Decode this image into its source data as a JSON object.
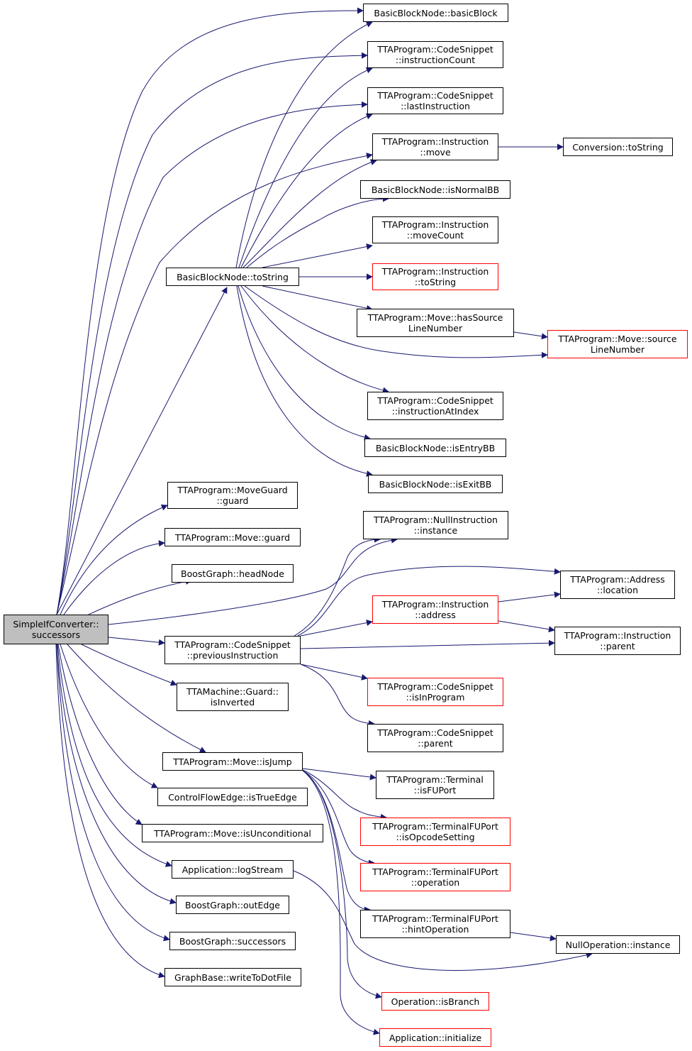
{
  "colors": {
    "edge": "#191970",
    "border": "#000000",
    "missing_border": "#ff0000",
    "root_fill": "#bfbfbf"
  },
  "nodes": [
    {
      "id": "root",
      "label": "SimpleIfConverter::\nsuccessors",
      "style": "root"
    },
    {
      "id": "bbtostring",
      "label": "BasicBlockNode::toString"
    },
    {
      "id": "basicblock",
      "label": "BasicBlockNode::basicBlock"
    },
    {
      "id": "instrcount",
      "label": "TTAProgram::CodeSnippet\n::instructionCount"
    },
    {
      "id": "lastinstr",
      "label": "TTAProgram::CodeSnippet\n::lastInstruction"
    },
    {
      "id": "instrmove",
      "label": "TTAProgram::Instruction\n::move"
    },
    {
      "id": "convtostring",
      "label": "Conversion::toString"
    },
    {
      "id": "isnormalbb",
      "label": "BasicBlockNode::isNormalBB"
    },
    {
      "id": "movecount",
      "label": "TTAProgram::Instruction\n::moveCount"
    },
    {
      "id": "instrtostring",
      "label": "TTAProgram::Instruction\n::toString",
      "style": "red"
    },
    {
      "id": "hassrcline",
      "label": "TTAProgram::Move::hasSource\nLineNumber"
    },
    {
      "id": "srcline",
      "label": "TTAProgram::Move::source\nLineNumber",
      "style": "red"
    },
    {
      "id": "instratindex",
      "label": "TTAProgram::CodeSnippet\n::instructionAtIndex"
    },
    {
      "id": "isentrybb",
      "label": "BasicBlockNode::isEntryBB"
    },
    {
      "id": "isexitbb",
      "label": "BasicBlockNode::isExitBB"
    },
    {
      "id": "moveguardguard",
      "label": "TTAProgram::MoveGuard\n::guard"
    },
    {
      "id": "moveguard",
      "label": "TTAProgram::Move::guard"
    },
    {
      "id": "headnode",
      "label": "BoostGraph::headNode"
    },
    {
      "id": "nullinstr",
      "label": "TTAProgram::NullInstruction\n::instance"
    },
    {
      "id": "addrlocation",
      "label": "TTAProgram::Address\n::location"
    },
    {
      "id": "instraddress",
      "label": "TTAProgram::Instruction\n::address",
      "style": "red"
    },
    {
      "id": "previnstr",
      "label": "TTAProgram::CodeSnippet\n::previousInstruction"
    },
    {
      "id": "instrparent",
      "label": "TTAProgram::Instruction\n::parent"
    },
    {
      "id": "isinprogram",
      "label": "TTAProgram::CodeSnippet\n::isInProgram",
      "style": "red"
    },
    {
      "id": "snippetparent",
      "label": "TTAProgram::CodeSnippet\n::parent"
    },
    {
      "id": "isinverted",
      "label": "TTAMachine::Guard::\nisInverted"
    },
    {
      "id": "isjump",
      "label": "TTAProgram::Move::isJump"
    },
    {
      "id": "isfuport",
      "label": "TTAProgram::Terminal\n::isFUPort"
    },
    {
      "id": "isopcodesetting",
      "label": "TTAProgram::TerminalFUPort\n::isOpcodeSetting",
      "style": "red"
    },
    {
      "id": "operation",
      "label": "TTAProgram::TerminalFUPort\n::operation",
      "style": "red"
    },
    {
      "id": "hintop",
      "label": "TTAProgram::TerminalFUPort\n::hintOperation"
    },
    {
      "id": "nullop",
      "label": "NullOperation::instance"
    },
    {
      "id": "istrueedge",
      "label": "ControlFlowEdge::isTrueEdge"
    },
    {
      "id": "isuncond",
      "label": "TTAProgram::Move::isUnconditional"
    },
    {
      "id": "logstream",
      "label": "Application::logStream"
    },
    {
      "id": "outedge",
      "label": "BoostGraph::outEdge"
    },
    {
      "id": "bgsuccessors",
      "label": "BoostGraph::successors"
    },
    {
      "id": "writedot",
      "label": "GraphBase::writeToDotFile"
    },
    {
      "id": "isbranch",
      "label": "Operation::isBranch",
      "style": "red"
    },
    {
      "id": "appinit",
      "label": "Application::initialize",
      "style": "red"
    }
  ],
  "edges": [
    {
      "from": "root",
      "to": "bbtostring"
    },
    {
      "from": "root",
      "to": "basicblock"
    },
    {
      "from": "root",
      "to": "instrcount"
    },
    {
      "from": "root",
      "to": "lastinstr"
    },
    {
      "from": "root",
      "to": "instrmove"
    },
    {
      "from": "root",
      "to": "moveguardguard"
    },
    {
      "from": "root",
      "to": "moveguard"
    },
    {
      "from": "root",
      "to": "headnode"
    },
    {
      "from": "root",
      "to": "nullinstr"
    },
    {
      "from": "root",
      "to": "previnstr"
    },
    {
      "from": "root",
      "to": "isinverted"
    },
    {
      "from": "root",
      "to": "isjump"
    },
    {
      "from": "root",
      "to": "istrueedge"
    },
    {
      "from": "root",
      "to": "isuncond"
    },
    {
      "from": "root",
      "to": "logstream"
    },
    {
      "from": "root",
      "to": "outedge"
    },
    {
      "from": "root",
      "to": "bgsuccessors"
    },
    {
      "from": "root",
      "to": "writedot"
    },
    {
      "from": "bbtostring",
      "to": "basicblock"
    },
    {
      "from": "bbtostring",
      "to": "instrcount"
    },
    {
      "from": "bbtostring",
      "to": "lastinstr"
    },
    {
      "from": "bbtostring",
      "to": "instrmove"
    },
    {
      "from": "bbtostring",
      "to": "isnormalbb"
    },
    {
      "from": "bbtostring",
      "to": "movecount"
    },
    {
      "from": "bbtostring",
      "to": "instrtostring"
    },
    {
      "from": "bbtostring",
      "to": "hassrcline"
    },
    {
      "from": "bbtostring",
      "to": "srcline"
    },
    {
      "from": "bbtostring",
      "to": "instratindex"
    },
    {
      "from": "bbtostring",
      "to": "isentrybb"
    },
    {
      "from": "bbtostring",
      "to": "isexitbb"
    },
    {
      "from": "instrmove",
      "to": "convtostring"
    },
    {
      "from": "hassrcline",
      "to": "srcline"
    },
    {
      "from": "previnstr",
      "to": "nullinstr"
    },
    {
      "from": "previnstr",
      "to": "addrlocation"
    },
    {
      "from": "previnstr",
      "to": "instraddress"
    },
    {
      "from": "previnstr",
      "to": "instrparent"
    },
    {
      "from": "previnstr",
      "to": "isinprogram"
    },
    {
      "from": "previnstr",
      "to": "snippetparent"
    },
    {
      "from": "instraddress",
      "to": "addrlocation"
    },
    {
      "from": "instraddress",
      "to": "instrparent"
    },
    {
      "from": "isjump",
      "to": "isfuport"
    },
    {
      "from": "isjump",
      "to": "isopcodesetting"
    },
    {
      "from": "isjump",
      "to": "operation"
    },
    {
      "from": "isjump",
      "to": "hintop"
    },
    {
      "from": "isjump",
      "to": "isbranch"
    },
    {
      "from": "isjump",
      "to": "appinit"
    },
    {
      "from": "hintop",
      "to": "nullop"
    },
    {
      "from": "logstream",
      "to": "nullop"
    }
  ]
}
